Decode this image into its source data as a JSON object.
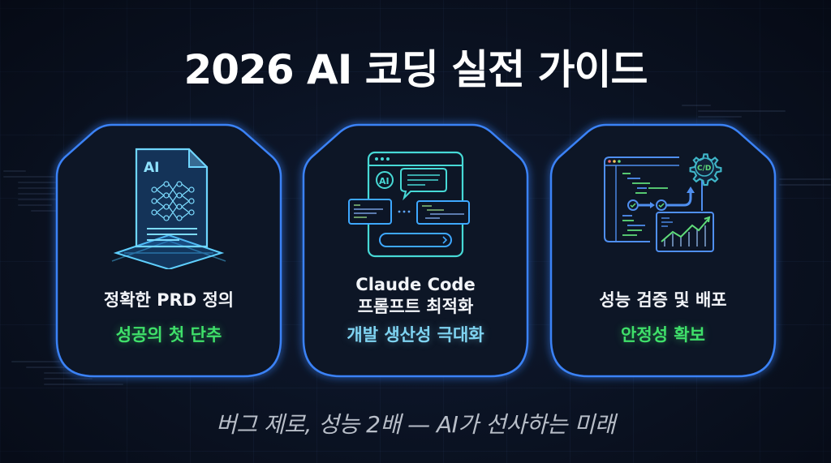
{
  "title": "2026 AI 코딩 실전 가이드",
  "accent_colors": {
    "frame": "#3b82f6",
    "glow": "#1e6bff",
    "green": "#3fe06a",
    "cyan": "#7fd4f2",
    "background": "#0a1120"
  },
  "cards": [
    {
      "icon": "ai-document-icon",
      "icon_text": "AI",
      "label_lines": [
        "정확한 PRD 정의"
      ],
      "subtitle": "성공의 첫 단추",
      "subtitle_color": "#3fe06a"
    },
    {
      "icon": "ai-chat-code-window-icon",
      "icon_text": "AI",
      "label_lines": [
        "Claude Code",
        "프롬프트 최적화"
      ],
      "subtitle": "개발 생산성 극대화",
      "subtitle_color": "#7fd4f2"
    },
    {
      "icon": "ci-cd-pipeline-chart-icon",
      "icon_text": "C/D",
      "label_lines": [
        "성능 검증 및 배포"
      ],
      "subtitle": "안정성 확보",
      "subtitle_color": "#3fe06a"
    }
  ],
  "tagline": "버그 제로, 성능 2배 — AI가 선사하는 미래"
}
